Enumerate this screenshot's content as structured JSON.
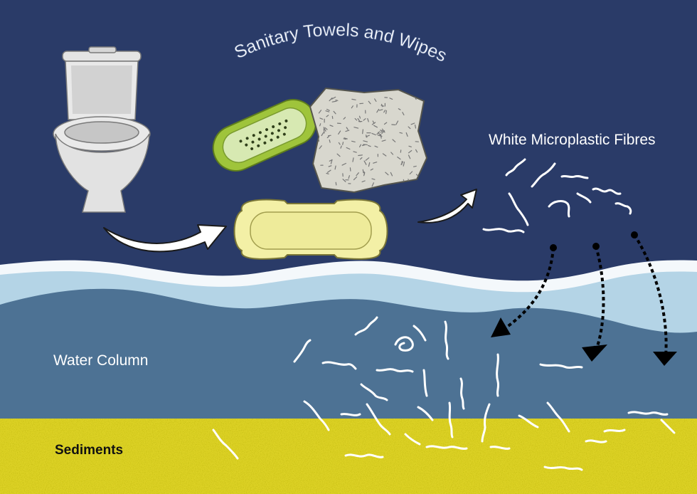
{
  "title": "Sanitary Towels and Wipes",
  "labels": {
    "fibres": "White Microplastic Fibres",
    "water_column": "Water Column",
    "sediments": "Sediments"
  },
  "icons": [
    "toilet-icon",
    "panty-liner-icon",
    "wet-wipe-icon",
    "sanitary-pad-icon",
    "flow-arrow-icon",
    "fibre-icon",
    "sinking-arrow-icon"
  ],
  "colors": {
    "sky": "#2a3b68",
    "surface_light": "#b4d4e6",
    "water_column": "#4d7294",
    "sediment": "#ddd227",
    "liner_green": "#9fc43b",
    "pad_yellow": "#f3f0a6",
    "wipe_grey": "#d8d7ce",
    "fibre": "#ffffff"
  }
}
